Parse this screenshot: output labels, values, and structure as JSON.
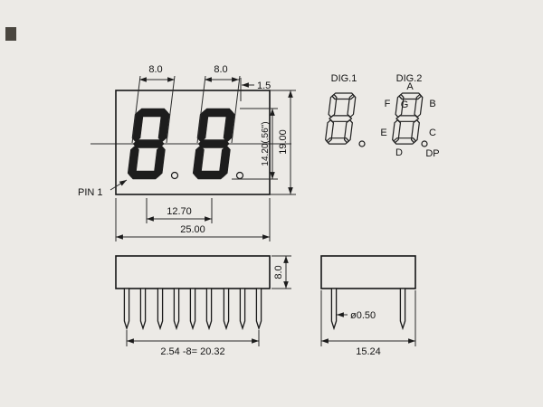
{
  "front_view": {
    "digit1_width": "8.0",
    "digit2_width": "8.0",
    "slant_offset": "1.5",
    "digit_height": "14.20(.56\")",
    "body_height": "19.00",
    "digit_pitch": "12.70",
    "body_width": "25.00",
    "pin1_label": "PIN 1"
  },
  "segment_diagram": {
    "dig1": "DIG.1",
    "dig2": "DIG.2",
    "seg_a": "A",
    "seg_b": "B",
    "seg_c": "C",
    "seg_d": "D",
    "seg_e": "E",
    "seg_f": "F",
    "seg_g": "G",
    "seg_dp": "DP"
  },
  "side_view": {
    "body_thickness": "8.0",
    "pin_pitch": "2.54 -8= 20.32"
  },
  "end_view": {
    "pin_diameter": "ø0.50",
    "row_spacing": "15.24"
  }
}
